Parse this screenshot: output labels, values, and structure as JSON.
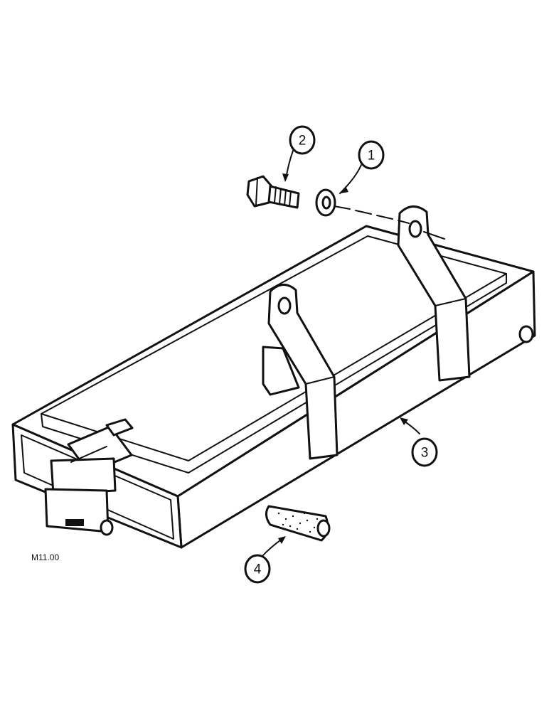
{
  "callouts": [
    {
      "number": "1"
    },
    {
      "number": "2"
    },
    {
      "number": "3"
    },
    {
      "number": "4"
    }
  ],
  "figure_code": "M11.00"
}
